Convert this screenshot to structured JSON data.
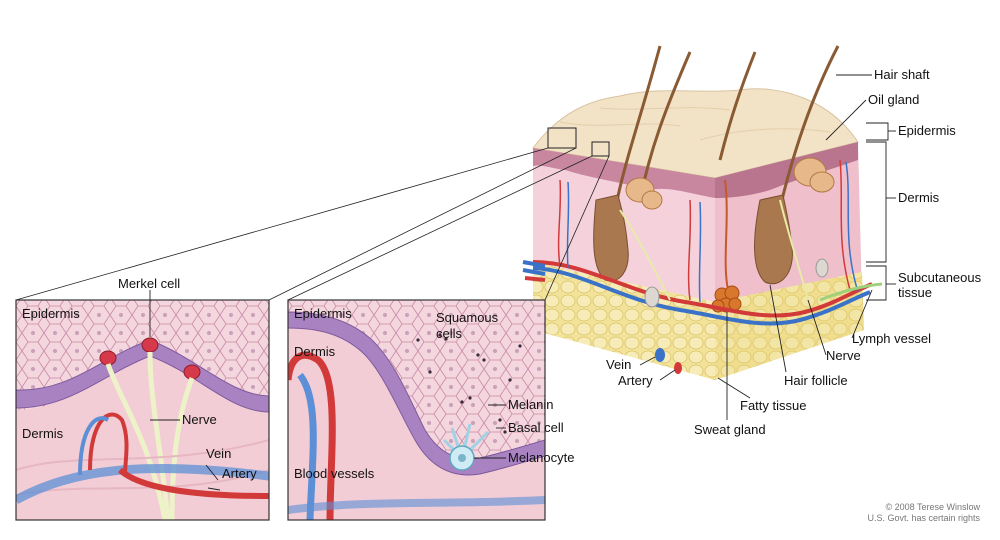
{
  "labels": {
    "hair_shaft": "Hair shaft",
    "oil_gland": "Oil gland",
    "epidermis": "Epidermis",
    "dermis": "Dermis",
    "subcutaneous_tissue_1": "Subcutaneous",
    "subcutaneous_tissue_2": "tissue",
    "lymph_vessel": "Lymph vessel",
    "nerve": "Nerve",
    "hair_follicle": "Hair follicle",
    "fatty_tissue": "Fatty tissue",
    "sweat_gland": "Sweat gland",
    "vein": "Vein",
    "artery": "Artery"
  },
  "inset_left": {
    "epidermis": "Epidermis",
    "merkel_cell": "Merkel cell",
    "dermis": "Dermis",
    "nerve": "Nerve",
    "vein": "Vein",
    "artery": "Artery"
  },
  "inset_right": {
    "epidermis": "Epidermis",
    "squamous_cells_1": "Squamous",
    "squamous_cells_2": "cells",
    "dermis": "Dermis",
    "melanin": "Melanin",
    "basal_cell": "Basal cell",
    "melanocyte": "Melanocyte",
    "blood_vessels": "Blood vessels"
  },
  "copyright": {
    "line1": "© 2008 Terese Winslow",
    "line2": "U.S. Govt. has certain rights"
  },
  "colors": {
    "epidermis": "#d9a0b8",
    "dermis": "#f3cdd6",
    "fat": "#f3e39a",
    "artery": "#d23a3a",
    "vein": "#3a72c8",
    "nerve": "#eef2c8",
    "hair": "#8a5a33"
  }
}
